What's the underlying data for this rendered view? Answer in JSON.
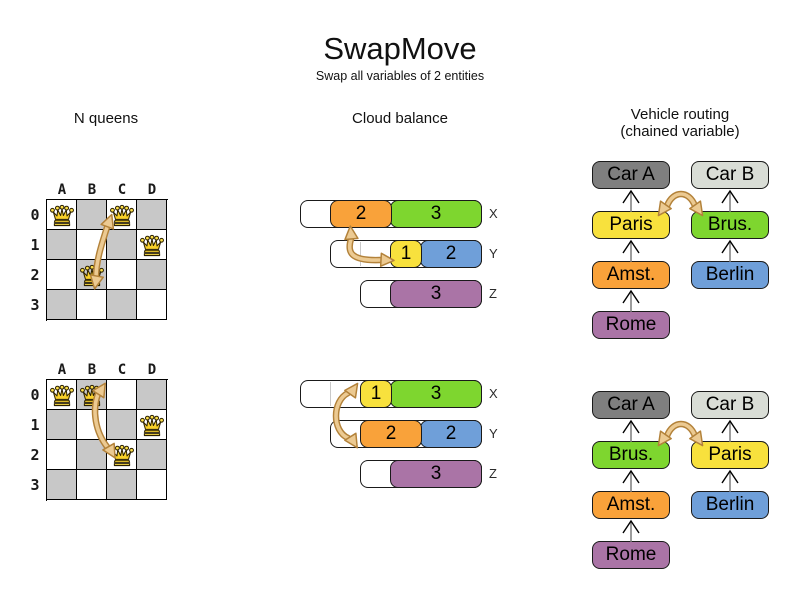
{
  "title": "SwapMove",
  "subtitle": "Swap all variables of 2 entities",
  "colors": {
    "orange": "#f9a23a",
    "green": "#7ed62f",
    "yellow": "#f8e13d",
    "blue": "#6f9fd9",
    "purple": "#aa74a6",
    "car_a_gray": "#7f7f7f",
    "car_b_gray": "#d9ddd6",
    "board_gray": "#c8c8c8",
    "arrow_fill": "#ecca92",
    "arrow_stroke": "#b3823a",
    "queen_gold": "#f8d12c",
    "queen_light": "#ffe14a"
  },
  "sections": {
    "nqueens": {
      "header": "N queens",
      "col_labels": [
        "A",
        "B",
        "C",
        "D"
      ],
      "row_labels": [
        "0",
        "1",
        "2",
        "3"
      ],
      "boards": [
        {
          "name": "before",
          "queens": [
            {
              "col": 0,
              "row": 0
            },
            {
              "col": 2,
              "row": 0
            },
            {
              "col": 3,
              "row": 1
            },
            {
              "col": 1,
              "row": 2
            }
          ]
        },
        {
          "name": "after",
          "queens": [
            {
              "col": 0,
              "row": 0
            },
            {
              "col": 1,
              "row": 0
            },
            {
              "col": 3,
              "row": 1
            },
            {
              "col": 2,
              "row": 2
            }
          ]
        }
      ]
    },
    "cloud": {
      "header": "Cloud balance",
      "states": [
        {
          "name": "before",
          "rows": [
            {
              "label": "X",
              "capacity": 6,
              "segments": [
                {
                  "color": "orange",
                  "value": 2
                },
                {
                  "color": "green",
                  "value": 3
                }
              ]
            },
            {
              "label": "Y",
              "capacity": 5,
              "segments": [
                {
                  "color": "yellow",
                  "value": 1
                },
                {
                  "color": "blue",
                  "value": 2
                }
              ]
            },
            {
              "label": "Z",
              "capacity": 4,
              "segments": [
                {
                  "color": "purple",
                  "value": 3
                }
              ]
            }
          ]
        },
        {
          "name": "after",
          "rows": [
            {
              "label": "X",
              "capacity": 6,
              "segments": [
                {
                  "color": "yellow",
                  "value": 1
                },
                {
                  "color": "green",
                  "value": 3
                }
              ]
            },
            {
              "label": "Y",
              "capacity": 5,
              "segments": [
                {
                  "color": "orange",
                  "value": 2
                },
                {
                  "color": "blue",
                  "value": 2
                }
              ]
            },
            {
              "label": "Z",
              "capacity": 4,
              "segments": [
                {
                  "color": "purple",
                  "value": 3
                }
              ]
            }
          ]
        }
      ]
    },
    "vrp": {
      "header_line1": "Vehicle routing",
      "header_line2": "(chained variable)",
      "states": [
        {
          "name": "before",
          "chains": [
            {
              "column": "left",
              "nodes": [
                {
                  "label": "Car A",
                  "color": "car_a_gray"
                },
                {
                  "label": "Paris",
                  "color": "yellow"
                },
                {
                  "label": "Amst.",
                  "color": "orange"
                },
                {
                  "label": "Rome",
                  "color": "purple"
                }
              ]
            },
            {
              "column": "right",
              "nodes": [
                {
                  "label": "Car B",
                  "color": "car_b_gray"
                },
                {
                  "label": "Brus.",
                  "color": "green"
                },
                {
                  "label": "Berlin",
                  "color": "blue"
                }
              ]
            }
          ]
        },
        {
          "name": "after",
          "chains": [
            {
              "column": "left",
              "nodes": [
                {
                  "label": "Car A",
                  "color": "car_a_gray"
                },
                {
                  "label": "Brus.",
                  "color": "green"
                },
                {
                  "label": "Amst.",
                  "color": "orange"
                },
                {
                  "label": "Rome",
                  "color": "purple"
                }
              ]
            },
            {
              "column": "right",
              "nodes": [
                {
                  "label": "Car B",
                  "color": "car_b_gray"
                },
                {
                  "label": "Paris",
                  "color": "yellow"
                },
                {
                  "label": "Berlin",
                  "color": "blue"
                }
              ]
            }
          ]
        }
      ]
    }
  }
}
